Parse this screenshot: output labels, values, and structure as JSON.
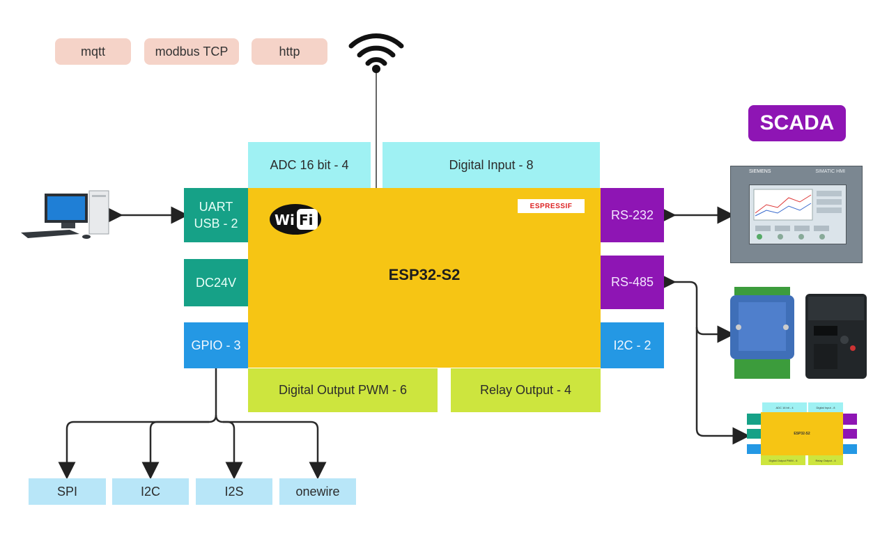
{
  "protocols": [
    "mqtt",
    "modbus TCP",
    "http"
  ],
  "top_blocks": {
    "adc": "ADC 16 bit  - 4",
    "digital_input": "Digital Input - 8"
  },
  "left_blocks": {
    "uart_line1": "UART",
    "uart_line2": "USB - 2",
    "dc": "DC24V",
    "gpio": "GPIO - 3"
  },
  "right_blocks": {
    "rs232": "RS-232",
    "rs485": "RS-485",
    "i2c": "I2C - 2"
  },
  "bottom_blocks": {
    "pwm": "Digital Output PWM - 6",
    "relay": "Relay Output - 4"
  },
  "main": {
    "title": "ESP32-S2",
    "vendor_logo": "ESPRESSIF",
    "wifi_logo": "WiFi"
  },
  "gpio_targets": [
    "SPI",
    "I2C",
    "I2S",
    "onewire"
  ],
  "scada": "SCADA",
  "hmi": {
    "brand": "SIEMENS",
    "model": "SIMATIC HMI"
  },
  "mini_diagram": {
    "adc": "ADC 16 bit - 4",
    "digital_input": "Digital Input - 8",
    "title": "ESP32-S2",
    "pwm": "Digital Output PWM - 6",
    "relay": "Relay Output - 4"
  },
  "colors": {
    "main": "#f6c514",
    "cyan": "#9ff1f3",
    "teal": "#16a187",
    "blue": "#2498e4",
    "purple": "#8e15b4",
    "lime": "#cde53e",
    "peach": "#f5d3c8",
    "light_blue": "#b8e6f8"
  }
}
